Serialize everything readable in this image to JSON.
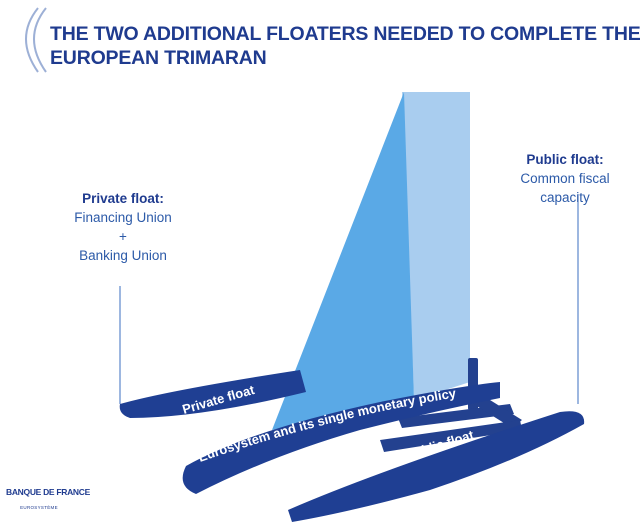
{
  "title": {
    "line1": "THE TWO ADDITIONAL FLOATERS NEEDED TO COMPLETE THE",
    "line2": "EUROPEAN TRIMARAN"
  },
  "callouts": {
    "private": {
      "heading": "Private float:",
      "lines": [
        "Financing Union",
        "+",
        "Banking Union"
      ]
    },
    "public": {
      "heading": "Public float:",
      "lines": [
        "Common fiscal",
        "capacity"
      ]
    }
  },
  "hulls": {
    "private": "Private float",
    "center": "Eurosystem and its single monetary policy",
    "public": "Public float"
  },
  "logo": {
    "name": "BANQUE DE FRANCE",
    "sub": "EUROSYSTÈME"
  },
  "colors": {
    "navy": "#1f3b8f",
    "sail_front": "#5aa9e6",
    "sail_back": "#a9cdef",
    "hull": "#1f3f93",
    "text_blue": "#2c5aa8"
  },
  "icons": {
    "title_decoration": "double-bracket-icon"
  }
}
